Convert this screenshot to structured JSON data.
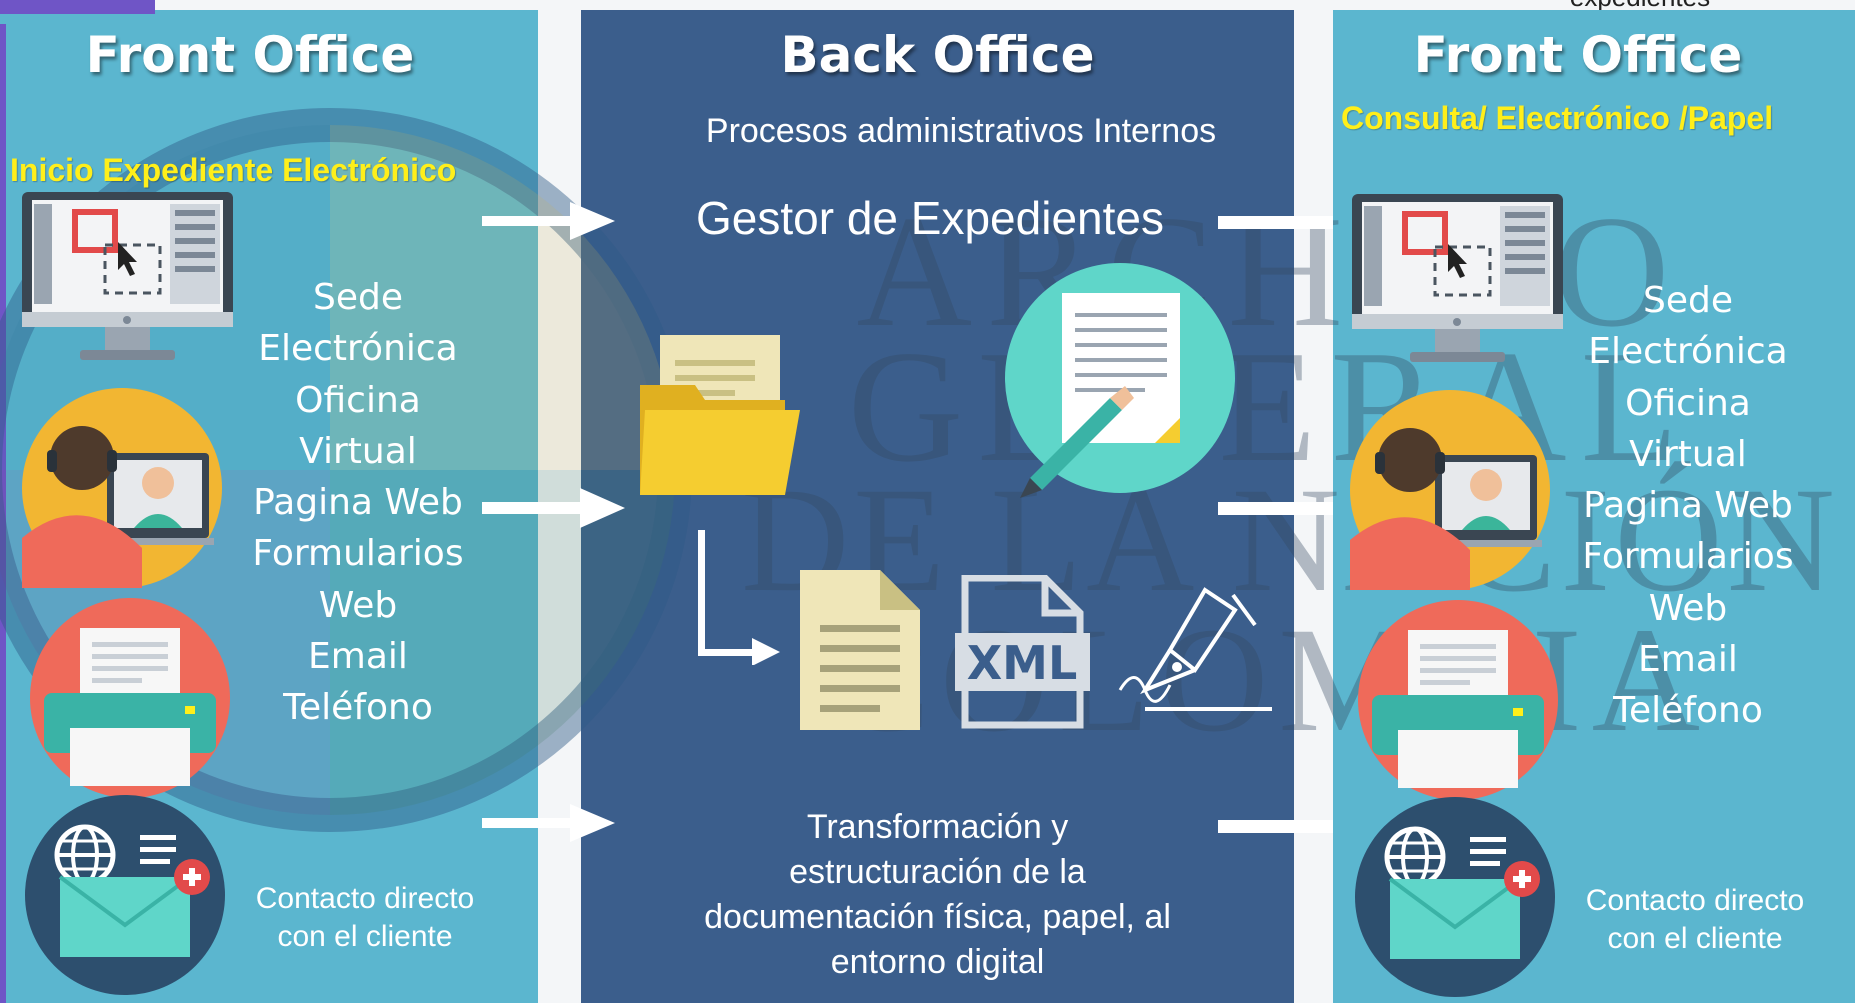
{
  "left_panel": {
    "title": "Front Office",
    "subtitle": "Inicio Expediente Electrónico",
    "channels": [
      "Sede",
      "Electrónica",
      "Oficina",
      "Virtual",
      "Pagina Web",
      "Formularios",
      "Web",
      "Email",
      "Teléfono"
    ],
    "contact": [
      "Contacto directo",
      "con el cliente"
    ]
  },
  "middle_panel": {
    "title": "Back Office",
    "subtitle": "Procesos administrativos Internos",
    "manager": "Gestor de Expedientes",
    "file_label": "XML",
    "transformation": [
      "Transformación y",
      "estructuración de la",
      "documentación física, papel, al",
      "entorno digital"
    ]
  },
  "right_panel": {
    "title": "Front Office",
    "subtitle": "Consulta/ Electrónico /Papel",
    "channels": [
      "Sede",
      "Electrónica",
      "Oficina",
      "Virtual",
      "Pagina Web",
      "Formularios",
      "Web",
      "Email",
      "Teléfono"
    ],
    "contact": [
      "Contacto directo",
      "con el cliente"
    ]
  },
  "top_cut_text": "expedientes",
  "watermark": {
    "lines": [
      "ARCHIVO",
      "GENERAL",
      "DE LA NACIÓN",
      "COLOMBIA"
    ]
  },
  "colors": {
    "front_office_bg": "#5bb6cf",
    "back_office_bg": "#3b5e8c",
    "highlight_text": "#ffef1a",
    "accent_edge": "#6f55c6"
  },
  "icons": [
    "monitor-icon",
    "video-call-icon",
    "printer-icon",
    "email-globe-icon",
    "folder-icon",
    "document-pencil-icon",
    "document-icon",
    "xml-file-icon",
    "fountain-pen-signature-icon"
  ]
}
